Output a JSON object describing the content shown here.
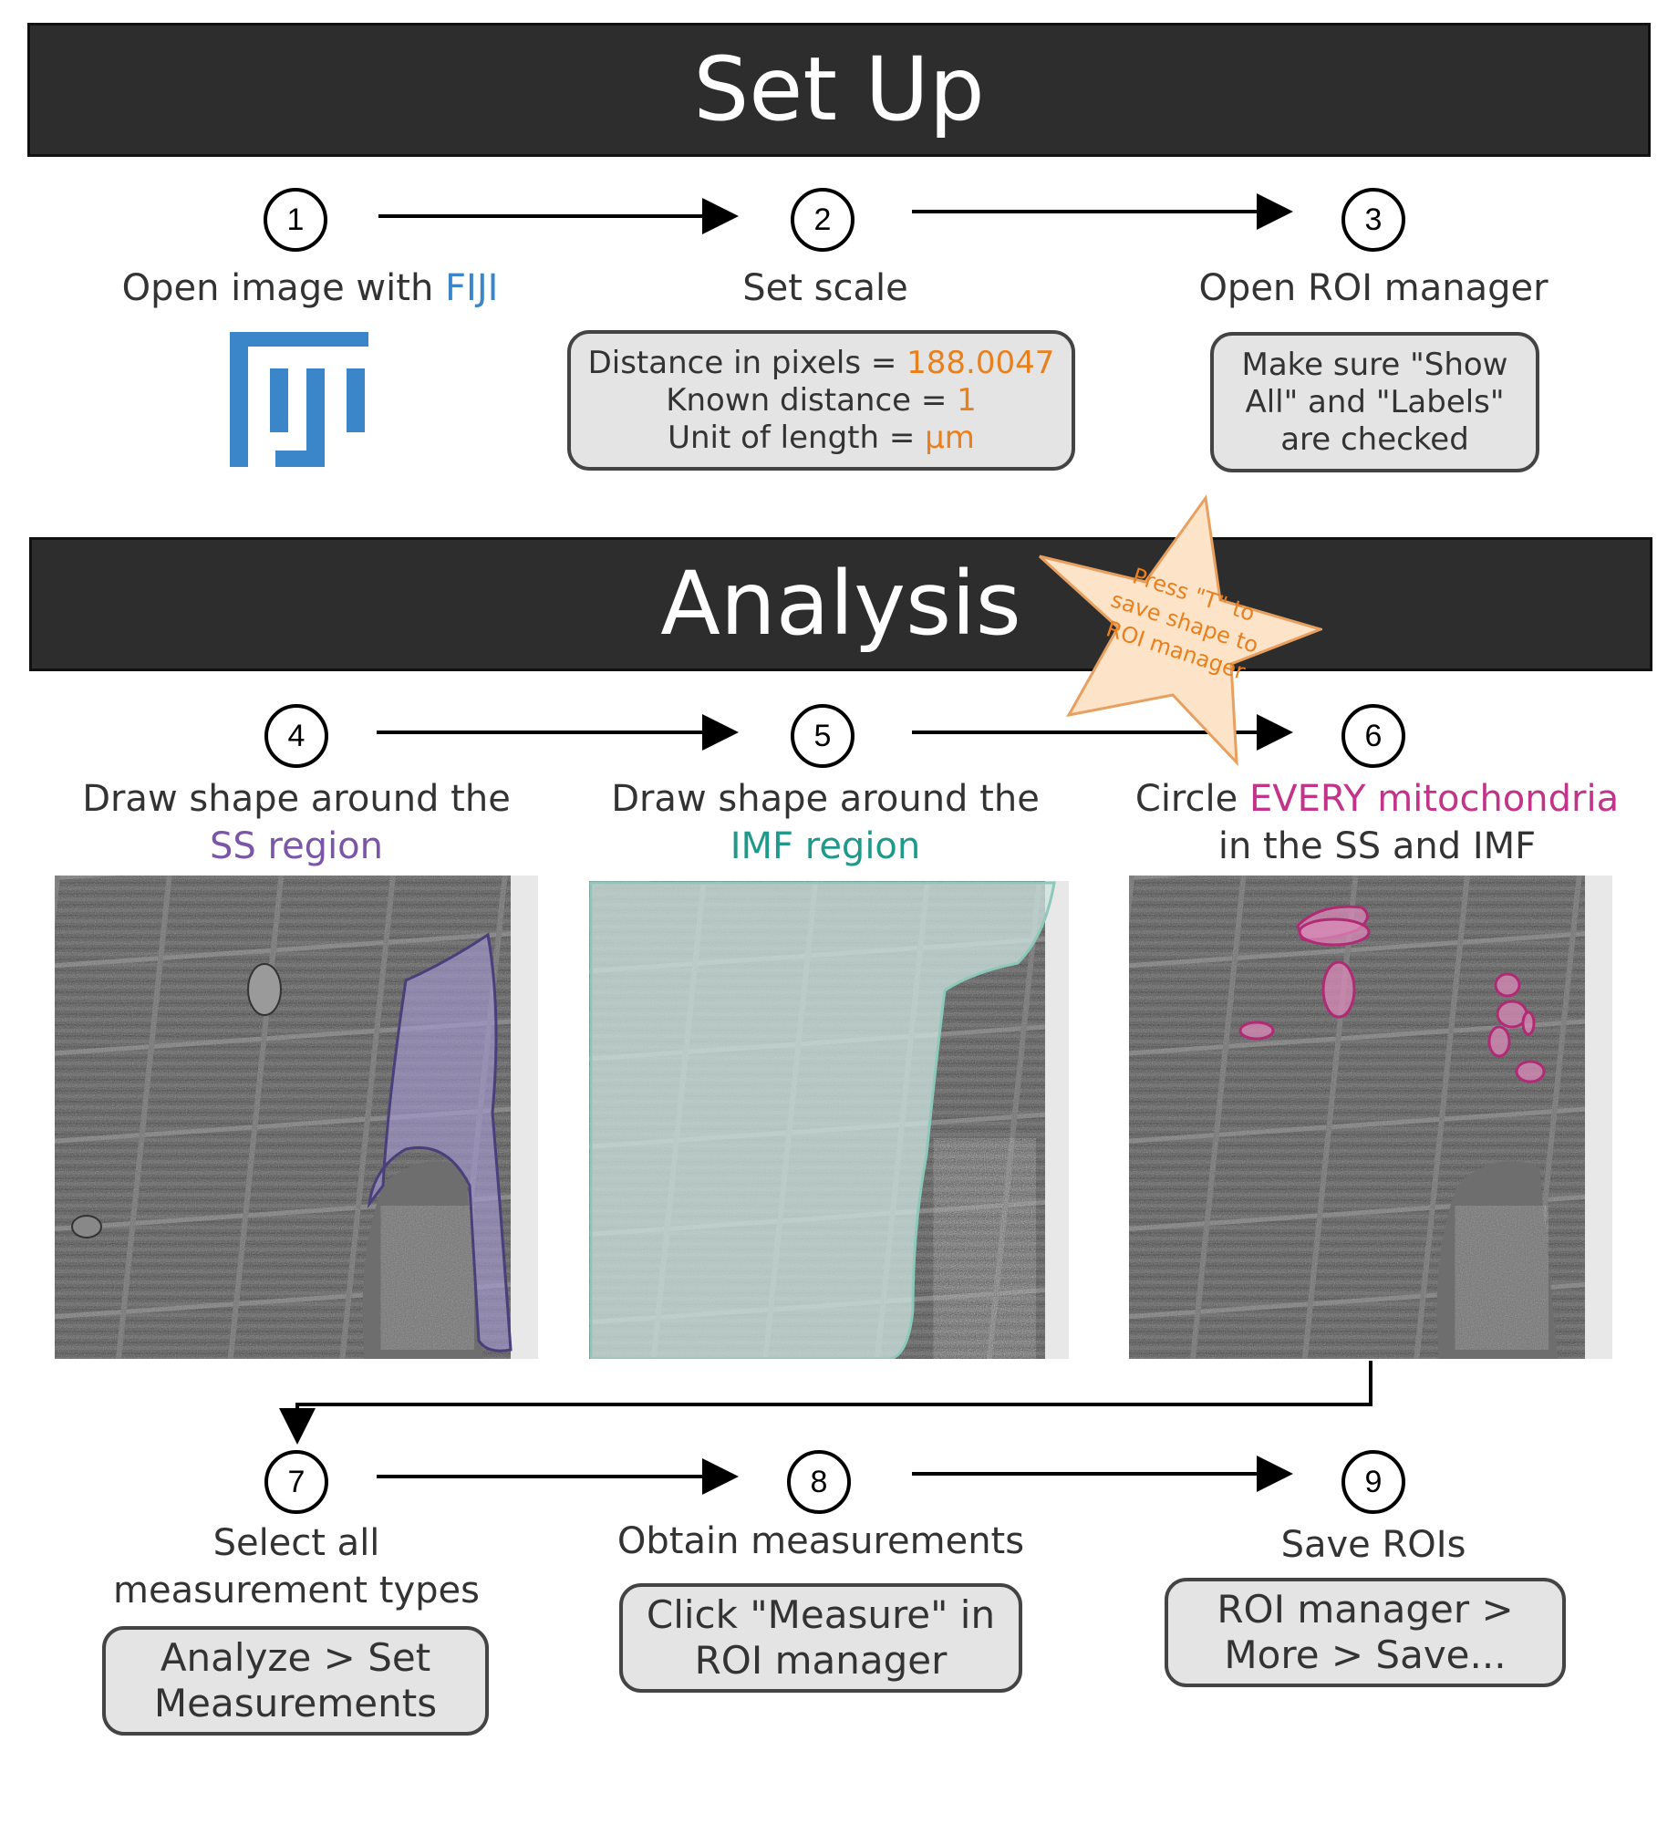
{
  "sections": {
    "setup_title": "Set Up",
    "analysis_title": "Analysis"
  },
  "steps": {
    "s1": {
      "number": "1",
      "label_prefix": "Open image with ",
      "label_highlight": "FIJI"
    },
    "s2": {
      "number": "2",
      "label": "Set scale",
      "box": {
        "line1_prefix": "Distance in pixels = ",
        "line1_value": "188.0047",
        "line2_prefix": "Known distance = ",
        "line2_value": "1",
        "line3_prefix": "Unit of length = ",
        "line3_value": "µm"
      }
    },
    "s3": {
      "number": "3",
      "label": "Open ROI manager",
      "box": {
        "line1": "Make sure \"Show",
        "line2": "All\" and \"Labels\"",
        "line3": "are checked"
      }
    },
    "s4": {
      "number": "4",
      "label_line1": "Draw shape around the",
      "label_line2": "SS region"
    },
    "s5": {
      "number": "5",
      "label_line1": "Draw shape around the",
      "label_line2": "IMF region"
    },
    "s6": {
      "number": "6",
      "label_prefix": "Circle ",
      "label_highlight": "EVERY mitochondria",
      "label_line2": "in the SS and IMF"
    },
    "s7": {
      "number": "7",
      "label_line1": "Select all",
      "label_line2": "measurement types",
      "box": {
        "line1": "Analyze > Set",
        "line2": "Measurements"
      }
    },
    "s8": {
      "number": "8",
      "label": "Obtain measurements",
      "box": {
        "line1": "Click \"Measure\" in",
        "line2": "ROI manager"
      }
    },
    "s9": {
      "number": "9",
      "label": "Save ROIs",
      "box": {
        "line1": "ROI manager >",
        "line2": "More > Save..."
      }
    }
  },
  "star_note": {
    "line1": "Press \"T\" to",
    "line2": "save shape to",
    "line3": "ROI manager"
  },
  "colors": {
    "banner": "#2d2d2d",
    "fiji_blue": "#3a86c8",
    "orange": "#e8801e",
    "ss_purple": "#7a55a8",
    "imf_teal": "#1f9a8a",
    "mito_magenta": "#c2338a",
    "box_fill": "#e4e4e4",
    "star_fill": "#fde3c8"
  },
  "icons": {
    "fiji_logo": "fiji-logo-icon"
  }
}
